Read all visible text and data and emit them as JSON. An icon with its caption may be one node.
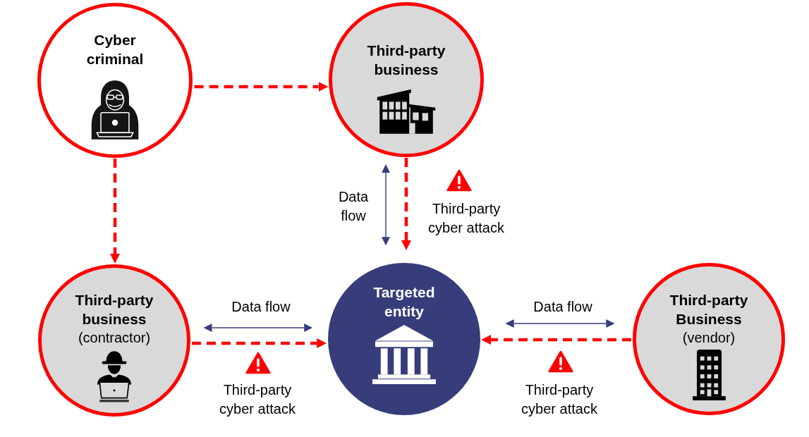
{
  "diagram": {
    "nodes": [
      {
        "text": [
          "Cyber criminal"
        ]
      },
      {
        "text": [
          "Third-party business"
        ]
      },
      {
        "text": [
          "Third-party business",
          "(contractor)"
        ]
      },
      {
        "text": [
          "Targeted entity"
        ]
      },
      {
        "text": [
          "Third-party Business",
          "(vendor)"
        ]
      }
    ],
    "edges": [
      {
        "from": 0,
        "to": 1,
        "arrow": "to",
        "style": "dashed"
      },
      {
        "from": 0,
        "to": 2,
        "arrow": "to",
        "style": "dashed"
      },
      {
        "from": 1,
        "to": 3,
        "arrow": "both",
        "label": "Data flow",
        "color": "#363d7a"
      },
      {
        "from": 1,
        "to": 3,
        "arrow": "to",
        "label": "Third-party cyber attack",
        "style": "dashed"
      },
      {
        "from": 2,
        "to": 3,
        "arrow": "both",
        "label": "Data flow",
        "color": "#363d7a"
      },
      {
        "from": 2,
        "to": 3,
        "arrow": "to",
        "label": "Third-party cyber attack",
        "style": "dashed"
      },
      {
        "from": 3,
        "to": 4,
        "arrow": "both",
        "label": "Data flow",
        "color": "#363d7a"
      },
      {
        "from": 4,
        "to": 3,
        "arrow": "to",
        "label": "Third-party cyber attack",
        "style": "dashed"
      }
    ]
  }
}
